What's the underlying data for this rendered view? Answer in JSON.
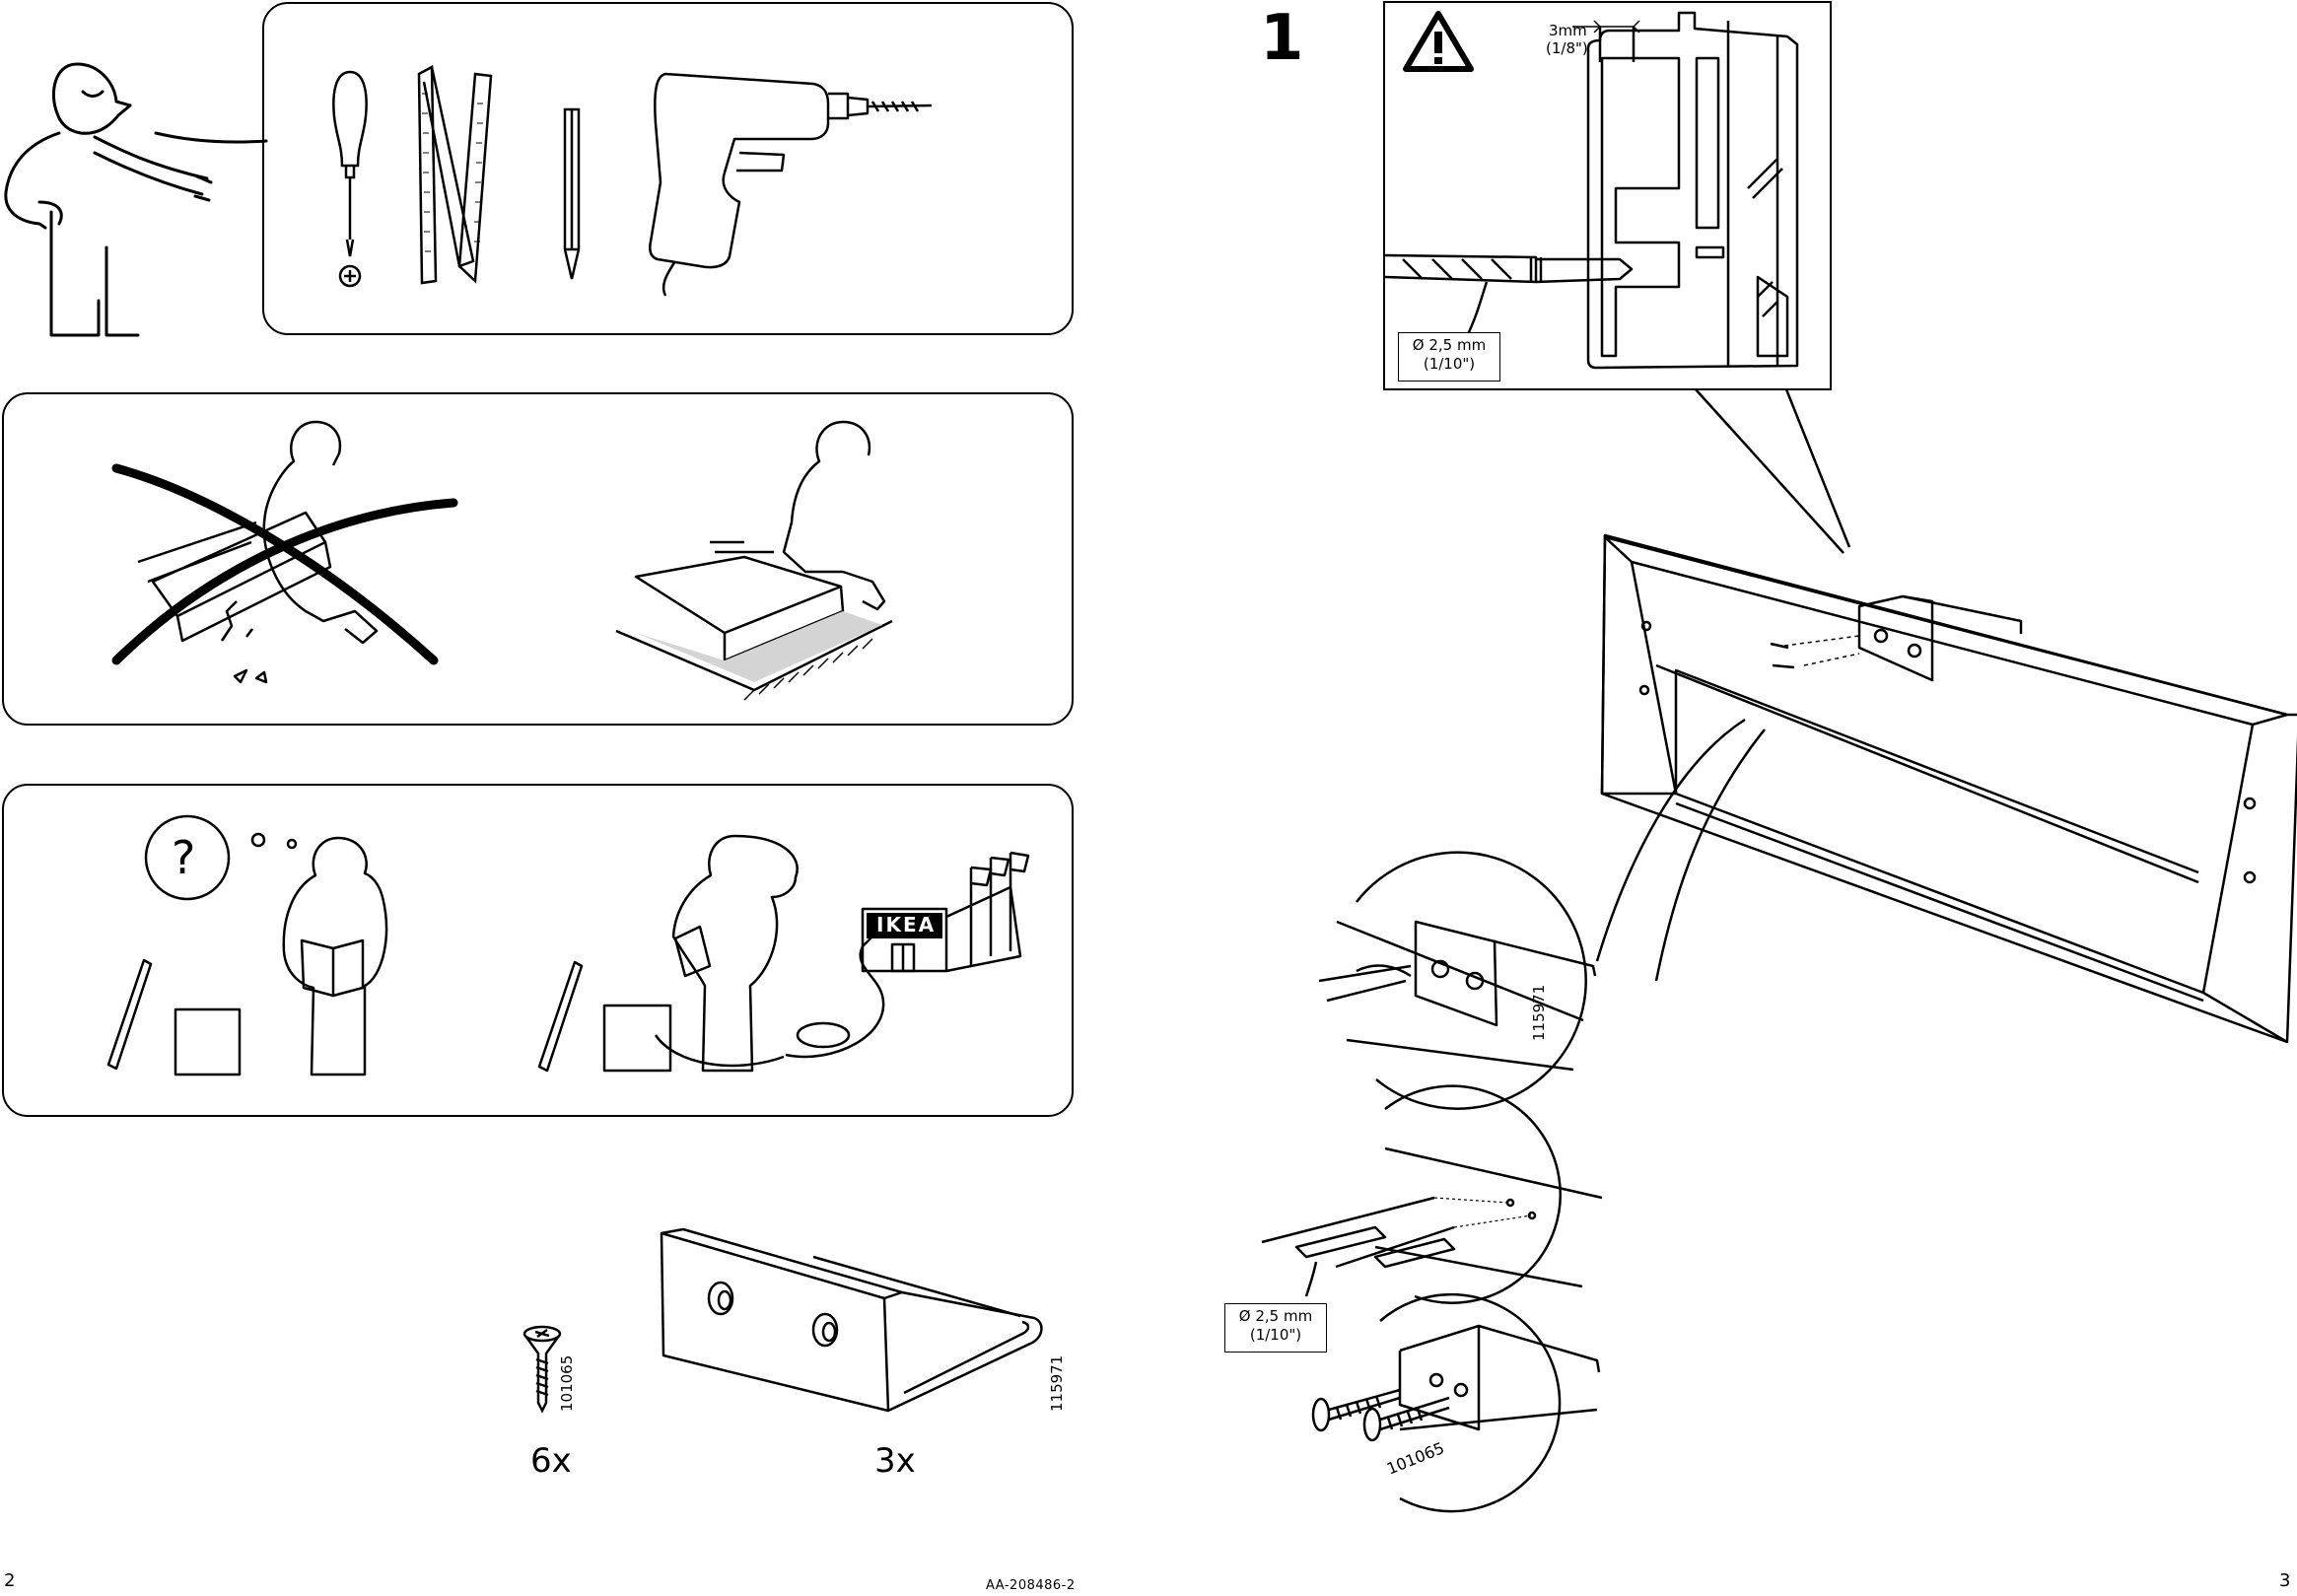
{
  "left_page": {
    "page_number": "2",
    "parts": [
      {
        "article_no": "101065",
        "quantity": "6x",
        "icon": "screw-icon"
      },
      {
        "article_no": "115971",
        "quantity": "3x",
        "icon": "bracket-icon"
      }
    ],
    "tools": [
      "screwdriver-icon",
      "folding-ruler-icon",
      "pencil-icon",
      "drill-icon"
    ]
  },
  "footer": {
    "doc_code": "AA-208486-2"
  },
  "right_page": {
    "page_number": "3",
    "step_number": "1",
    "warning_detail": {
      "offset_label": "3mm",
      "offset_label_inch": "(1/8\")",
      "drill_size": "Ø 2,5 mm",
      "drill_size_inch": "(1/10\")"
    },
    "drill_callout": {
      "drill_size": "Ø 2,5 mm",
      "drill_size_inch": "(1/10\")"
    },
    "bracket_article_no": "115971",
    "screw_article_no": "101065"
  },
  "store_sign": "IKEA"
}
